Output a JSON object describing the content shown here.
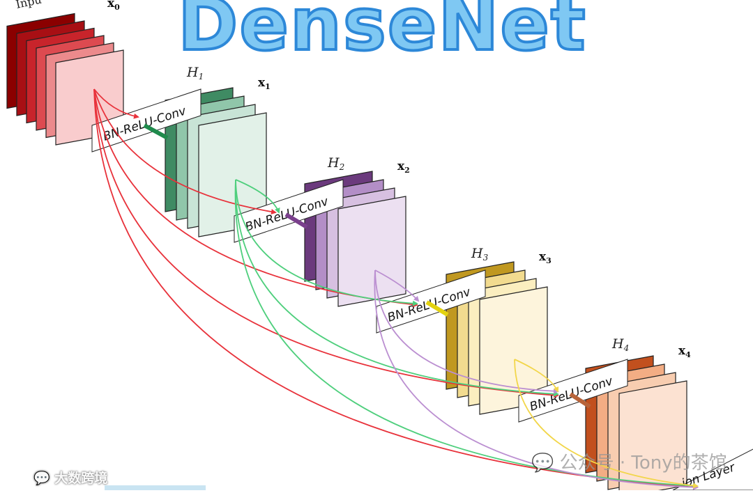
{
  "title": "DenseNet",
  "input_label": "Input",
  "blocks": [
    {
      "id": "x0",
      "name": "x",
      "sub": "0",
      "colors": [
        "#8b0000",
        "#a80f14",
        "#c8242b",
        "#dd4a50",
        "#ec8a8c",
        "#f9cccd"
      ]
    },
    {
      "id": "x1",
      "name": "x",
      "sub": "1",
      "colors": [
        "#3f8b63",
        "#90c6aa",
        "#c8e4d6",
        "#e2f1e8"
      ]
    },
    {
      "id": "x2",
      "name": "x",
      "sub": "2",
      "colors": [
        "#6b3a7d",
        "#b38ec7",
        "#d7c0e1",
        "#ece0f1"
      ]
    },
    {
      "id": "x3",
      "name": "x",
      "sub": "3",
      "colors": [
        "#c09820",
        "#f2db8f",
        "#fbeebf",
        "#fdf4dc"
      ]
    },
    {
      "id": "x4",
      "name": "x",
      "sub": "4",
      "colors": [
        "#c2501e",
        "#f3ad84",
        "#f8cdb0",
        "#fce2d2"
      ]
    }
  ],
  "layers": [
    {
      "h": "H",
      "sub": "1",
      "label": "BN-ReLU-Conv",
      "connector": "#1f8a4c"
    },
    {
      "h": "H",
      "sub": "2",
      "label": "BN-ReLU-Conv",
      "connector": "#7a3f8c"
    },
    {
      "h": "H",
      "sub": "3",
      "label": "BN-ReLU-Conv",
      "connector": "#e3d20f"
    },
    {
      "h": "H",
      "sub": "4",
      "label": "BN-ReLU-Conv",
      "connector": "#b8643a"
    }
  ],
  "transition_label": "Transition Layer",
  "arrow_colors": {
    "red": "#e8323b",
    "green": "#4fcf7d",
    "purple": "#bb8fd1",
    "yellow": "#f2d64a"
  },
  "watermark_left": "大数跨境",
  "watermark_right": "公众号 · Tony的茶馆"
}
